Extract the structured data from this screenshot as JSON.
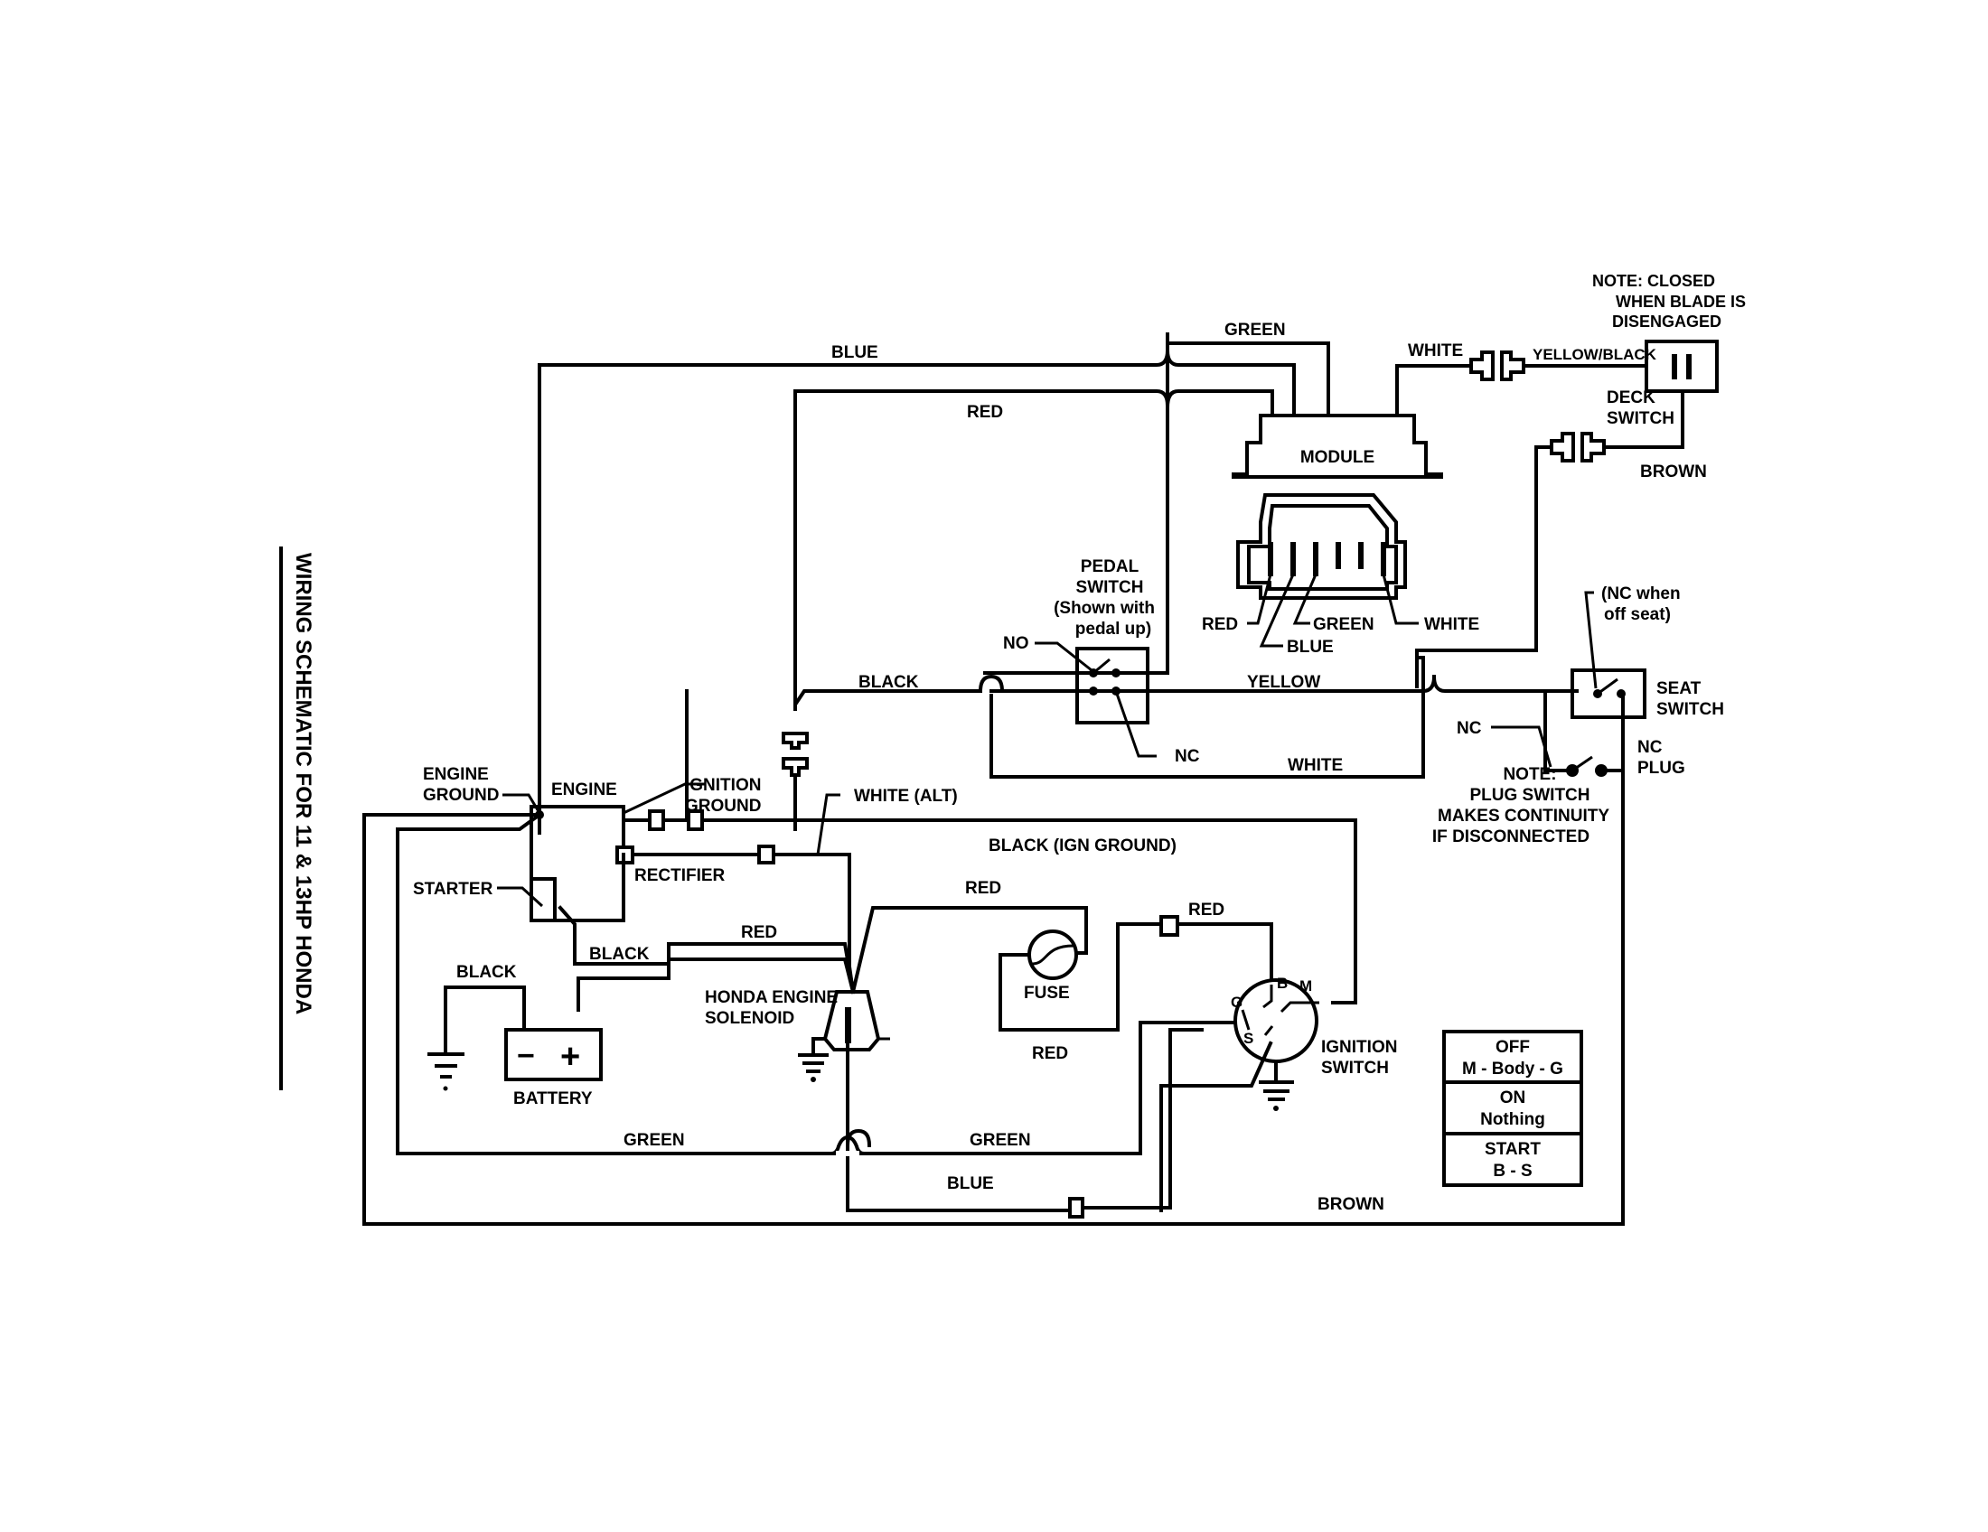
{
  "title": "WIRING SCHEMATIC FOR 11 & 13HP HONDA",
  "components": {
    "module": "MODULE",
    "deck_switch": [
      "DECK",
      "SWITCH"
    ],
    "deck_note": [
      "NOTE:  CLOSED",
      "WHEN BLADE IS",
      "DISENGAGED"
    ],
    "pedal_switch": [
      "PEDAL",
      "SWITCH",
      "(Shown with",
      "pedal up)"
    ],
    "pedal_no": "NO",
    "pedal_nc": "NC",
    "seat_switch": [
      "SEAT",
      "SWITCH"
    ],
    "seat_note": [
      "(NC when",
      "off seat)"
    ],
    "plug_nc": "NC",
    "nc_plug": [
      "NC",
      "PLUG"
    ],
    "plug_note": [
      "NOTE:",
      "PLUG SWITCH",
      "MAKES CONTINUITY",
      "IF DISCONNECTED"
    ],
    "engine": "ENGINE",
    "engine_ground": [
      "ENGINE",
      "GROUND"
    ],
    "ignition_ground": [
      "IGNITION",
      "GROUND"
    ],
    "rectifier": "RECTIFIER",
    "starter": "STARTER",
    "battery": "BATTERY",
    "battery_minus": "−",
    "battery_plus": "+",
    "solenoid": [
      "HONDA ENGINE",
      "SOLENOID"
    ],
    "fuse": "FUSE",
    "ignition_switch": [
      "IGNITION",
      "SWITCH"
    ],
    "ign_terminals": {
      "g": "G",
      "b": "B",
      "m": "M",
      "s": "S"
    }
  },
  "wires": {
    "blue_top": "BLUE",
    "green_top": "GREEN",
    "red_top": "RED",
    "white_module": "WHITE",
    "yellow_black": "YELLOW/BLACK",
    "brown_deck": "BROWN",
    "conn_red": "RED",
    "conn_green": "GREEN",
    "conn_blue": "BLUE",
    "conn_white": "WHITE",
    "black_pedal": "BLACK",
    "yellow": "YELLOW",
    "white_loop": "WHITE",
    "white_alt": "WHITE (ALT)",
    "black_ign_ground": "BLACK (IGN GROUND)",
    "red_solenoid_fuse": "RED",
    "red_starter": "RED",
    "black_starter": "BLACK",
    "black_battery": "BLACK",
    "red_ign": "RED",
    "red_fuse_bottom": "RED",
    "green_left": "GREEN",
    "green_right": "GREEN",
    "blue_bottom": "BLUE",
    "brown_bottom": "BROWN"
  },
  "switch_positions": [
    {
      "position": "OFF",
      "connection": "M - Body - G"
    },
    {
      "position": "ON",
      "connection": "Nothing"
    },
    {
      "position": "START",
      "connection": "B - S"
    }
  ]
}
